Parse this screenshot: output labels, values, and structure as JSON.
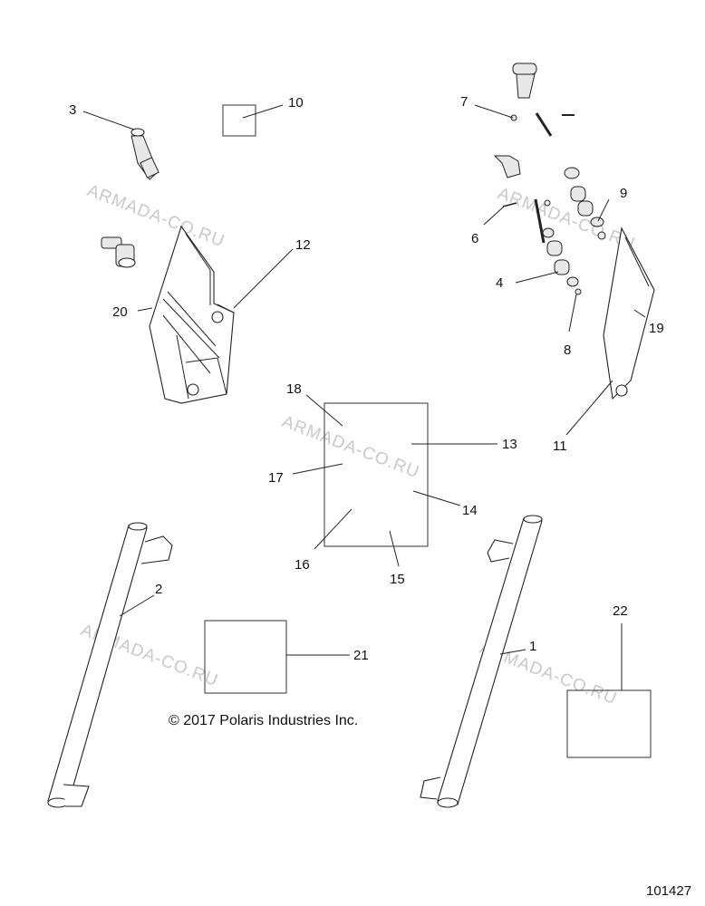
{
  "callouts": [
    "1",
    "2",
    "3",
    "4",
    "6",
    "7",
    "8",
    "9",
    "10",
    "11",
    "12",
    "13",
    "14",
    "15",
    "16",
    "17",
    "18",
    "19",
    "20",
    "21",
    "22"
  ],
  "copyright": "© 2017 Polaris Industries Inc.",
  "document_number": "101427",
  "watermark": "ARMADA-CO.RU"
}
